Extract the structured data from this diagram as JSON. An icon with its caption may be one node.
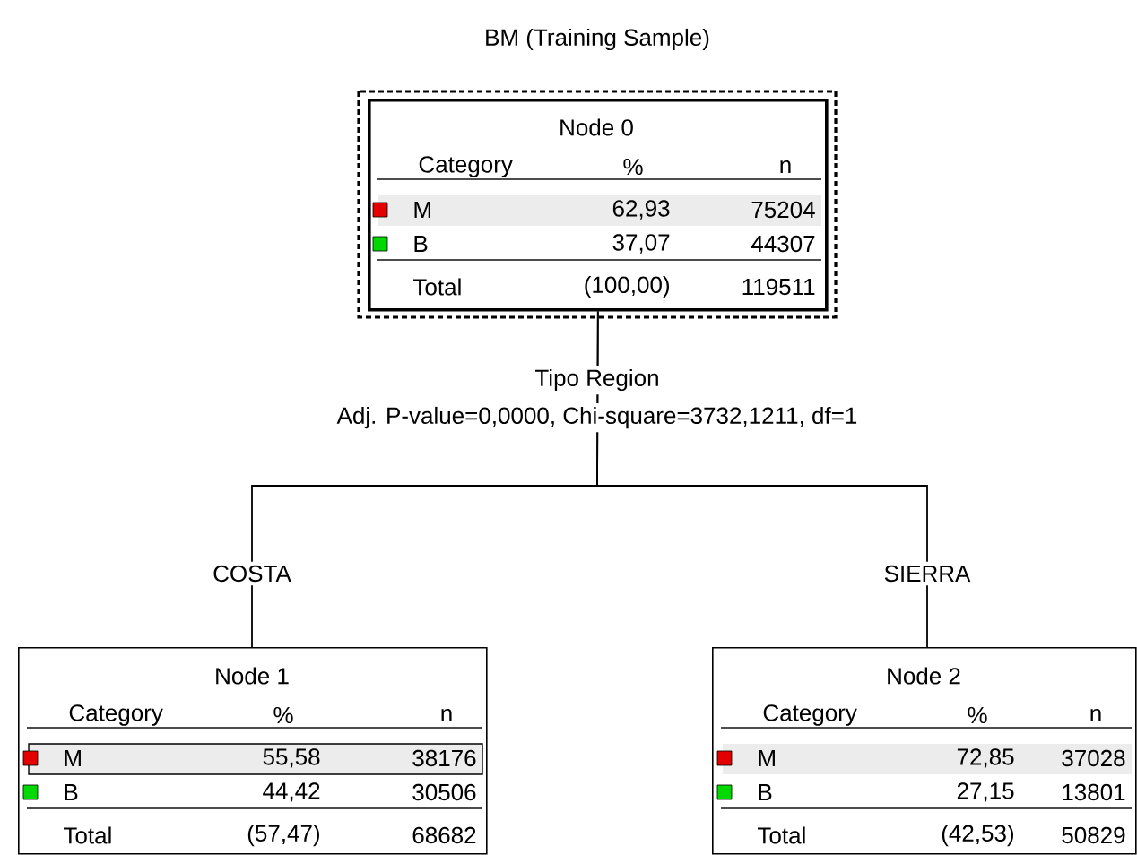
{
  "diagram": {
    "title": "BM (Training Sample)",
    "nodes": [
      {
        "text": [
          "Node 0",
          "Category",
          "%",
          "n",
          "M",
          "62,93",
          "75204",
          "B",
          "37,07",
          "44307",
          "Total",
          "(100,00)",
          "119511"
        ]
      },
      {
        "text": [
          "Node 1",
          "Category",
          "%",
          "n",
          "M",
          "55,58",
          "38176",
          "B",
          "44,42",
          "30506",
          "Total",
          "(57,47)",
          "68682"
        ]
      },
      {
        "text": [
          "Node 2",
          "Category",
          "%",
          "n",
          "M",
          "72,85",
          "37028",
          "B",
          "27,15",
          "13801",
          "Total",
          "(42,53)",
          "50829"
        ]
      }
    ],
    "edges": [
      {
        "from": 0,
        "to": 1,
        "arrow": "none",
        "label": "COSTA"
      },
      {
        "from": 0,
        "to": 2,
        "arrow": "none",
        "label": "SIERRA"
      }
    ],
    "labels": [
      "Tipo Region",
      "Adj. P-value=0,0000, Chi-square=3732,1211, df=1"
    ]
  }
}
